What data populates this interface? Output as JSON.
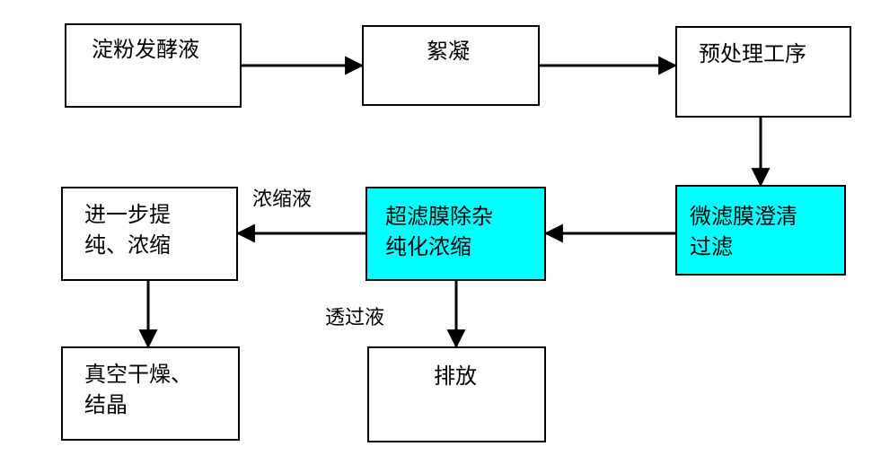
{
  "colors": {
    "box_border": "#000000",
    "box_fill": "#ffffff",
    "highlight_fill": "#00ffff",
    "arrow": "#000000"
  },
  "nodes": {
    "starch_fermentation": "淀粉发酵液",
    "flocculation": "絮凝",
    "pretreatment": "预处理工序",
    "microfiltration": "微滤膜澄清\n过滤",
    "ultrafiltration": "超滤膜除杂\n纯化浓缩",
    "further_purification": "进一步提\n纯、浓缩",
    "vacuum_drying": "真空干燥、\n结晶",
    "discharge": "排放"
  },
  "edge_labels": {
    "concentrate": "浓缩液",
    "permeate": "透过液"
  }
}
